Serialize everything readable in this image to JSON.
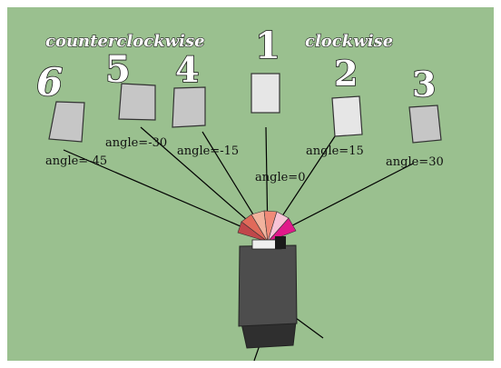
{
  "direction_labels": {
    "counterclockwise": "counterclockwise",
    "clockwise": "clockwise"
  },
  "targets": [
    {
      "number": "1",
      "angle_label": "angle=0"
    },
    {
      "number": "2",
      "angle_label": "angle=15"
    },
    {
      "number": "3",
      "angle_label": "angle=30"
    },
    {
      "number": "4",
      "angle_label": "angle=-15"
    },
    {
      "number": "5",
      "angle_label": "angle=-30"
    },
    {
      "number": "6",
      "angle_label": "angle=-45"
    }
  ],
  "colors": {
    "background": "#9ac08f",
    "border": "#ffffff",
    "panel_light": "#e6e6e6",
    "panel_mid": "#c6c6c6",
    "device_top": "#5a5a5a",
    "device_body": "#4a4a4a",
    "device_base": "#2f2f2f",
    "fan_dark_red": "#c0474a",
    "fan_red": "#e06a5a",
    "fan_peach": "#f2b39e",
    "fan_salmon": "#f08a78",
    "fan_pink_light": "#f7c4d6",
    "fan_magenta": "#e01a8a"
  }
}
